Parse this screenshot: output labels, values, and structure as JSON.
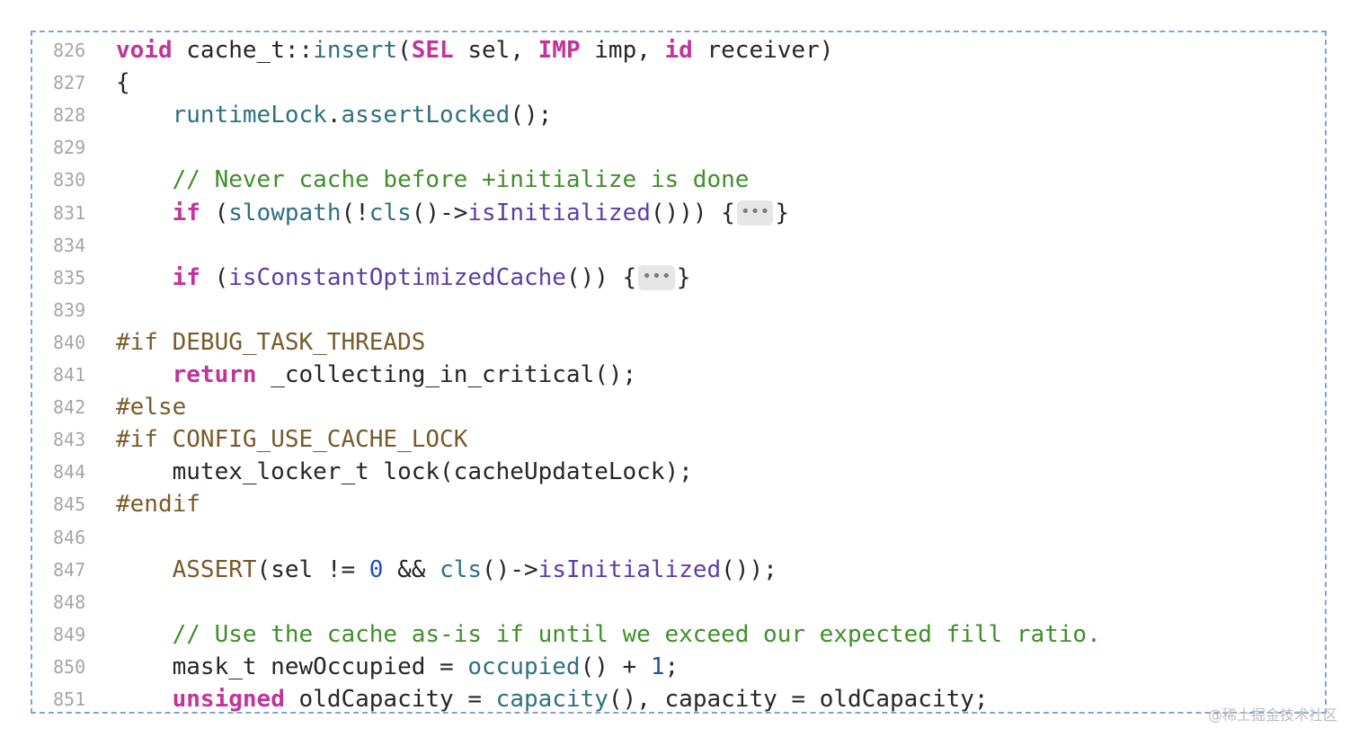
{
  "editor": {
    "lines": [
      {
        "num": "826",
        "parts": [
          {
            "t": "void",
            "c": "kw"
          },
          {
            "t": " cache_t::",
            "c": "pl"
          },
          {
            "t": "insert",
            "c": "fn"
          },
          {
            "t": "(",
            "c": "pl"
          },
          {
            "t": "SEL",
            "c": "kw"
          },
          {
            "t": " sel, ",
            "c": "pl"
          },
          {
            "t": "IMP",
            "c": "kw"
          },
          {
            "t": " imp, ",
            "c": "pl"
          },
          {
            "t": "id",
            "c": "kw"
          },
          {
            "t": " receiver)",
            "c": "pl"
          }
        ]
      },
      {
        "num": "827",
        "parts": [
          {
            "t": "{",
            "c": "pl"
          }
        ]
      },
      {
        "num": "828",
        "parts": [
          {
            "t": "    ",
            "c": "pl"
          },
          {
            "t": "runtimeLock",
            "c": "fn"
          },
          {
            "t": ".",
            "c": "pl"
          },
          {
            "t": "assertLocked",
            "c": "fn"
          },
          {
            "t": "();",
            "c": "pl"
          }
        ]
      },
      {
        "num": "829",
        "parts": []
      },
      {
        "num": "830",
        "parts": [
          {
            "t": "    // Never cache before +initialize is done",
            "c": "cm"
          }
        ]
      },
      {
        "num": "831",
        "parts": [
          {
            "t": "    ",
            "c": "pl"
          },
          {
            "t": "if",
            "c": "kw"
          },
          {
            "t": " (",
            "c": "pl"
          },
          {
            "t": "slowpath",
            "c": "fn"
          },
          {
            "t": "(!",
            "c": "pl"
          },
          {
            "t": "cls",
            "c": "fn"
          },
          {
            "t": "()->",
            "c": "pl"
          },
          {
            "t": "isInitialized",
            "c": "fn2"
          },
          {
            "t": "())) {",
            "c": "pl"
          },
          {
            "fold": "•••"
          },
          {
            "t": "}",
            "c": "pl"
          }
        ]
      },
      {
        "num": "834",
        "parts": []
      },
      {
        "num": "835",
        "parts": [
          {
            "t": "    ",
            "c": "pl"
          },
          {
            "t": "if",
            "c": "kw"
          },
          {
            "t": " (",
            "c": "pl"
          },
          {
            "t": "isConstantOptimizedCache",
            "c": "fn2"
          },
          {
            "t": "()) {",
            "c": "pl"
          },
          {
            "fold": "•••"
          },
          {
            "t": "}",
            "c": "pl"
          }
        ]
      },
      {
        "num": "839",
        "parts": []
      },
      {
        "num": "840",
        "parts": [
          {
            "t": "#if ",
            "c": "pp"
          },
          {
            "t": "DEBUG_TASK_THREADS",
            "c": "pp"
          }
        ]
      },
      {
        "num": "841",
        "parts": [
          {
            "t": "    ",
            "c": "pl"
          },
          {
            "t": "return",
            "c": "kw"
          },
          {
            "t": " _collecting_in_critical();",
            "c": "pl"
          }
        ]
      },
      {
        "num": "842",
        "parts": [
          {
            "t": "#else",
            "c": "pp"
          }
        ]
      },
      {
        "num": "843",
        "parts": [
          {
            "t": "#if ",
            "c": "pp"
          },
          {
            "t": "CONFIG_USE_CACHE_LOCK",
            "c": "pp"
          }
        ]
      },
      {
        "num": "844",
        "parts": [
          {
            "t": "    mutex_locker_t lock(cacheUpdateLock);",
            "c": "pl"
          }
        ]
      },
      {
        "num": "845",
        "parts": [
          {
            "t": "#endif",
            "c": "pp"
          }
        ]
      },
      {
        "num": "846",
        "parts": []
      },
      {
        "num": "847",
        "parts": [
          {
            "t": "    ",
            "c": "pl"
          },
          {
            "t": "ASSERT",
            "c": "pp"
          },
          {
            "t": "(sel != ",
            "c": "pl"
          },
          {
            "t": "0",
            "c": "num"
          },
          {
            "t": " && ",
            "c": "pl"
          },
          {
            "t": "cls",
            "c": "fn"
          },
          {
            "t": "()->",
            "c": "pl"
          },
          {
            "t": "isInitialized",
            "c": "fn2"
          },
          {
            "t": "());",
            "c": "pl"
          }
        ]
      },
      {
        "num": "848",
        "parts": []
      },
      {
        "num": "849",
        "parts": [
          {
            "t": "    // Use the cache as-is if until we exceed our expected fill ratio.",
            "c": "cm"
          }
        ]
      },
      {
        "num": "850",
        "parts": [
          {
            "t": "    mask_t newOccupied = ",
            "c": "pl"
          },
          {
            "t": "occupied",
            "c": "fn"
          },
          {
            "t": "() + ",
            "c": "pl"
          },
          {
            "t": "1",
            "c": "num"
          },
          {
            "t": ";",
            "c": "pl"
          }
        ]
      },
      {
        "num": "851",
        "parts": [
          {
            "t": "    ",
            "c": "pl"
          },
          {
            "t": "unsigned",
            "c": "kw"
          },
          {
            "t": " oldCapacity = ",
            "c": "pl"
          },
          {
            "t": "capacity",
            "c": "fn"
          },
          {
            "t": "(), capacity = oldCapacity;",
            "c": "pl"
          }
        ]
      }
    ]
  },
  "watermark": "@稀土掘金技术社区"
}
